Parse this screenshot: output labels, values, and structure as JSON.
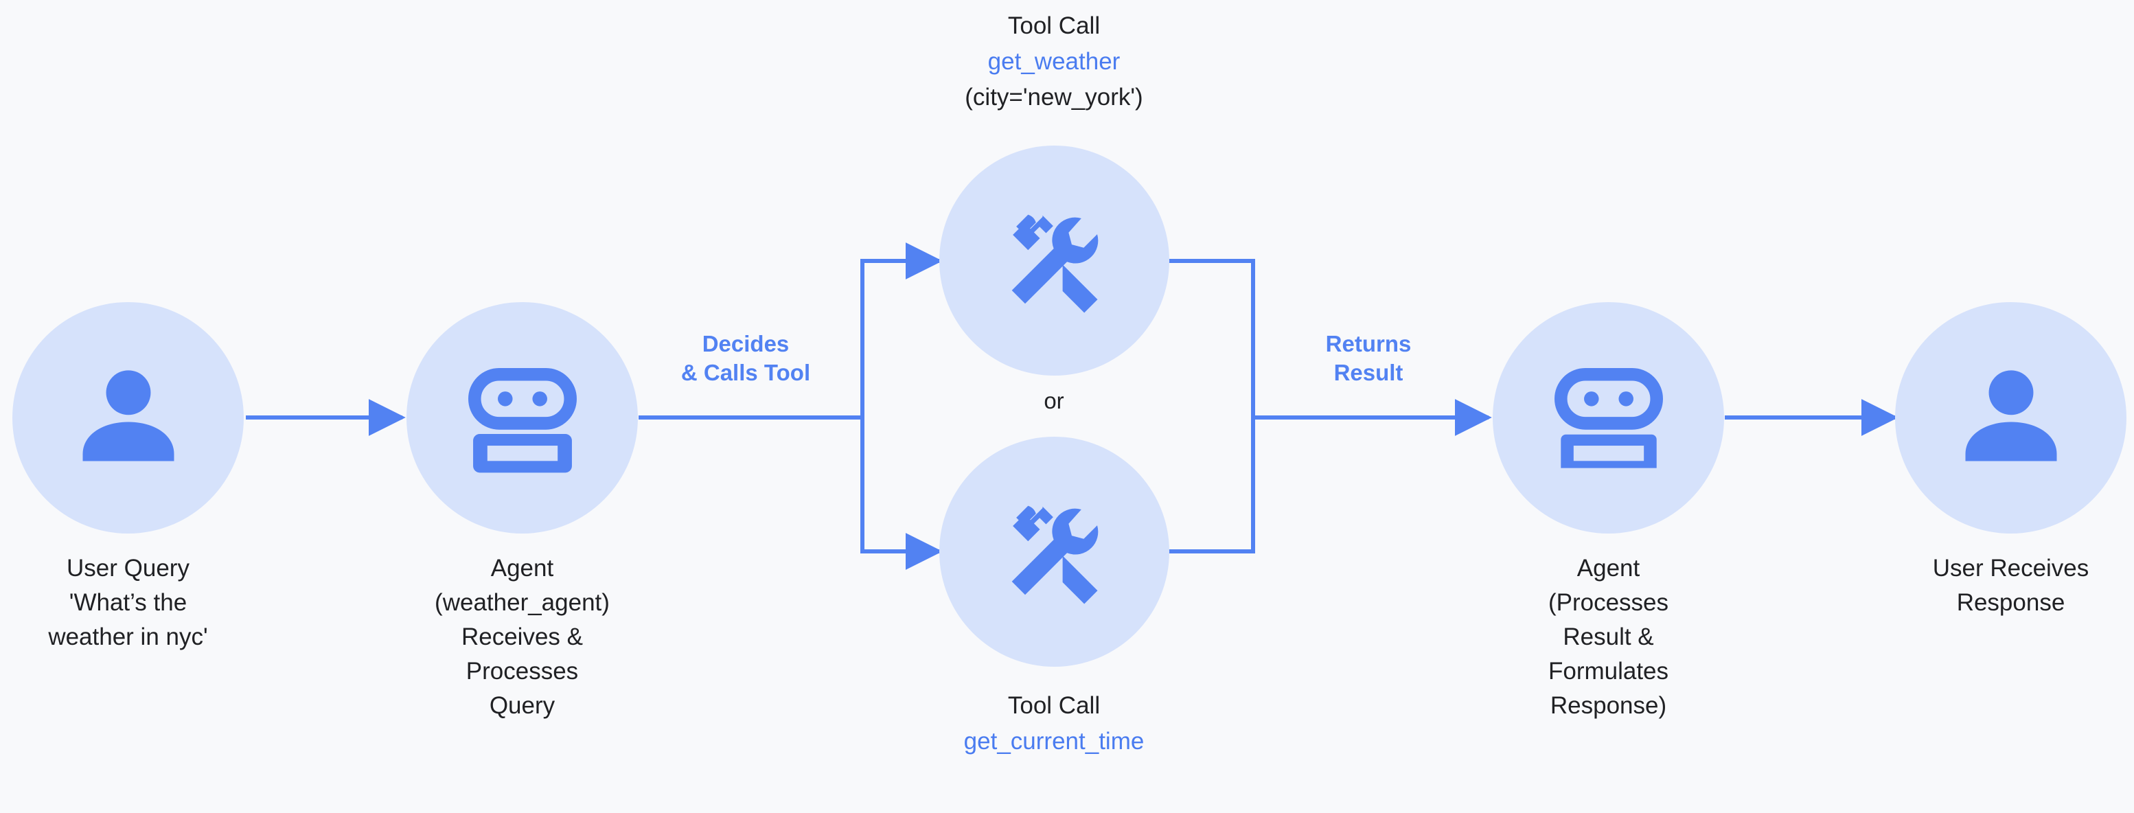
{
  "canvas": {
    "background": "#f8f9fb",
    "accent": "#5282f2",
    "bubble_fill": "#d6e2fb",
    "icon_fill": "#5282f2",
    "text_color": "#202124"
  },
  "nodes": [
    {
      "id": "user-query",
      "icon": "person-icon",
      "label": "User Query\n'What’s the\nweather in nyc'"
    },
    {
      "id": "agent-receive",
      "icon": "robot-icon",
      "label": "Agent\n(weather_agent)\nReceives &\nProcesses\nQuery"
    },
    {
      "id": "tool-weather",
      "icon": "tools-icon",
      "caption_title": "Tool Call",
      "caption_fn": "get_weather",
      "caption_args": "(city='new_york')"
    },
    {
      "id": "tool-time",
      "icon": "tools-icon",
      "caption_title": "Tool Call",
      "caption_fn": "get_current_time",
      "caption_args": ""
    },
    {
      "id": "agent-respond",
      "icon": "robot-icon",
      "label": "Agent\n(Processes\nResult &\nFormulates\nResponse)"
    },
    {
      "id": "user-response",
      "icon": "person-icon",
      "label": "User Receives\nResponse"
    }
  ],
  "edge_labels": {
    "decides": "Decides\n& Calls Tool",
    "returns": "Returns\nResult",
    "or": "or"
  }
}
